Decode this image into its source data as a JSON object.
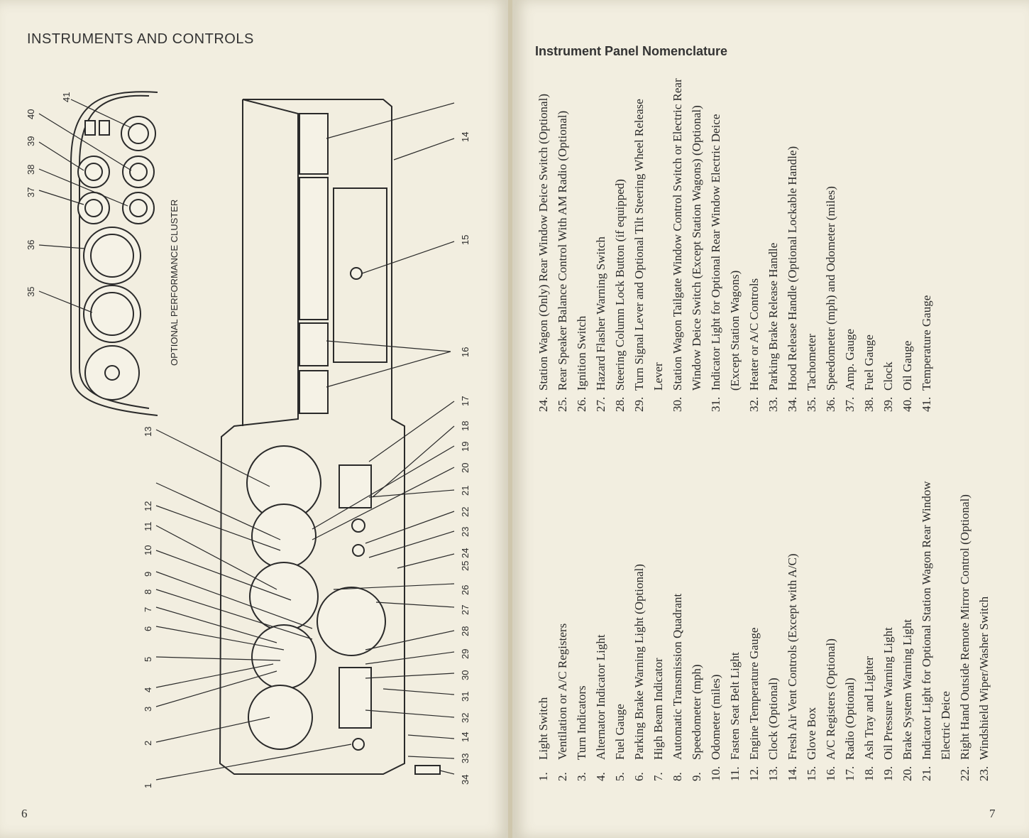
{
  "left_page": {
    "title": "INSTRUMENTS AND CONTROLS",
    "page_number": "6",
    "cluster_caption": "OPTIONAL PERFORMANCE CLUSTER"
  },
  "right_page": {
    "title": "Instrument Panel Nomenclature",
    "page_number": "7"
  },
  "nomenclature": [
    {
      "num": "1.",
      "text": "Light Switch"
    },
    {
      "num": "2.",
      "text": "Ventilation or A/C Registers"
    },
    {
      "num": "3.",
      "text": "Turn Indicators"
    },
    {
      "num": "4.",
      "text": "Alternator Indicator Light"
    },
    {
      "num": "5.",
      "text": "Fuel Gauge"
    },
    {
      "num": "6.",
      "text": "Parking Brake Warning Light (Optional)"
    },
    {
      "num": "7.",
      "text": "High Beam Indicator"
    },
    {
      "num": "8.",
      "text": "Automatic Transmission Quadrant"
    },
    {
      "num": "9.",
      "text": "Speedometer (mph)"
    },
    {
      "num": "10.",
      "text": "Odometer (miles)"
    },
    {
      "num": "11.",
      "text": "Fasten Seat Belt Light"
    },
    {
      "num": "12.",
      "text": "Engine Temperature Gauge"
    },
    {
      "num": "13.",
      "text": "Clock (Optional)"
    },
    {
      "num": "14.",
      "text": "Fresh Air Vent Controls (Except with A/C)"
    },
    {
      "num": "15.",
      "text": "Glove Box"
    },
    {
      "num": "16.",
      "text": "A/C Registers (Optional)"
    },
    {
      "num": "17.",
      "text": "Radio (Optional)"
    },
    {
      "num": "18.",
      "text": "Ash Tray and Lighter"
    },
    {
      "num": "19.",
      "text": "Oil Pressure Warning Light"
    },
    {
      "num": "20.",
      "text": "Brake System Warning Light"
    },
    {
      "num": "21.",
      "text": "Indicator Light for Optional Station Wagon Rear Window Electric Deice"
    },
    {
      "num": "22.",
      "text": "Right Hand Outside Remote Mirror Control (Optional)"
    },
    {
      "num": "23.",
      "text": "Windshield Wiper/Washer Switch"
    },
    {
      "num": "24.",
      "text": "Station Wagon (Only) Rear Window Deice Switch (Optional)"
    },
    {
      "num": "25.",
      "text": "Rear Speaker Balance Control With AM Radio (Optional)"
    },
    {
      "num": "26.",
      "text": "Ignition Switch"
    },
    {
      "num": "27.",
      "text": "Hazard Flasher Warning Switch"
    },
    {
      "num": "28.",
      "text": "Steering Column Lock Button (if equipped)"
    },
    {
      "num": "29.",
      "text": "Turn Signal Lever and Optional Tilt Steering Wheel Release Lever"
    },
    {
      "num": "30.",
      "text": "Station Wagon Tailgate Window Control Switch or Electric Rear Window Deice Switch (Except Station Wagons) (Optional)"
    },
    {
      "num": "31.",
      "text": "Indicator Light for Optional Rear Window Electric Deice (Except Station Wagons)"
    },
    {
      "num": "32.",
      "text": "Heater or A/C Controls"
    },
    {
      "num": "33.",
      "text": "Parking Brake Release Handle"
    },
    {
      "num": "34.",
      "text": "Hood Release Handle (Optional Lockable Handle)"
    },
    {
      "num": "35.",
      "text": "Tachometer"
    },
    {
      "num": "36.",
      "text": "Speedometer (mph) and Odometer (miles)"
    },
    {
      "num": "37.",
      "text": "Amp. Gauge"
    },
    {
      "num": "38.",
      "text": "Fuel Gauge"
    },
    {
      "num": "39.",
      "text": "Clock"
    },
    {
      "num": "40.",
      "text": "Oil Gauge"
    },
    {
      "num": "41.",
      "text": "Temperature Gauge"
    }
  ],
  "callouts": [
    "1",
    "2",
    "3",
    "4",
    "5",
    "6",
    "7",
    "8",
    "9",
    "10",
    "11",
    "12",
    "13",
    "14",
    "15",
    "16",
    "17",
    "18",
    "19",
    "20",
    "21",
    "22",
    "23",
    "24",
    "25",
    "26",
    "27",
    "28",
    "29",
    "30",
    "31",
    "32",
    "33",
    "34",
    "35",
    "36",
    "37",
    "38",
    "39",
    "40",
    "41"
  ]
}
